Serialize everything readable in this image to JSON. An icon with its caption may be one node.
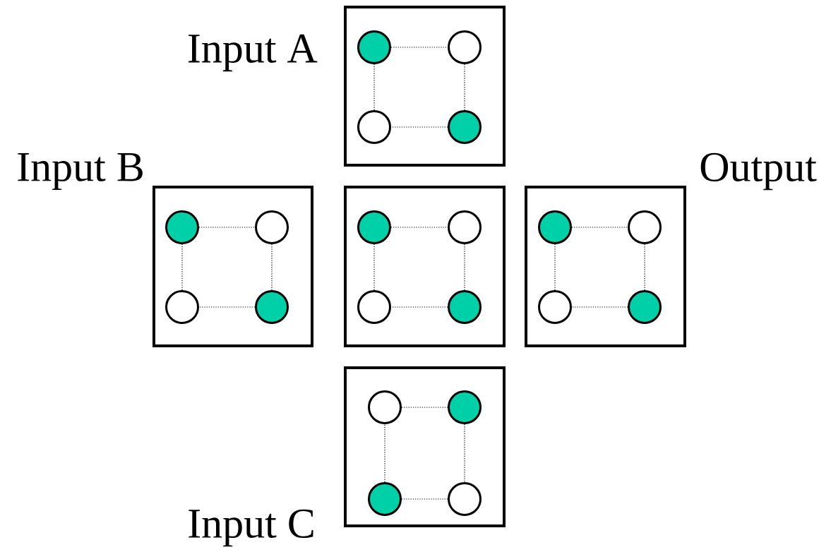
{
  "diagram": {
    "nodes": [
      {
        "text": [],
        "shape": "box",
        "beside": [
          "Input A"
        ]
      },
      {
        "text": [],
        "shape": "circle",
        "in": 0
      },
      {
        "text": [],
        "shape": "circle",
        "in": 0
      },
      {
        "text": [],
        "shape": "circle",
        "in": 0
      },
      {
        "text": [],
        "shape": "circle",
        "in": 0
      },
      {
        "text": [],
        "shape": "box",
        "beside": [
          "Input B"
        ]
      },
      {
        "text": [],
        "shape": "circle",
        "in": 5
      },
      {
        "text": [],
        "shape": "circle",
        "in": 5
      },
      {
        "text": [],
        "shape": "circle",
        "in": 5
      },
      {
        "text": [],
        "shape": "circle",
        "in": 5
      },
      {
        "text": [],
        "shape": "box"
      },
      {
        "text": [],
        "shape": "circle",
        "in": 10
      },
      {
        "text": [],
        "shape": "circle",
        "in": 10
      },
      {
        "text": [],
        "shape": "circle",
        "in": 10
      },
      {
        "text": [],
        "shape": "circle",
        "in": 10
      },
      {
        "text": [],
        "shape": "box",
        "beside": [
          "Output"
        ]
      },
      {
        "text": [],
        "shape": "circle",
        "in": 15
      },
      {
        "text": [],
        "shape": "circle",
        "in": 15
      },
      {
        "text": [],
        "shape": "circle",
        "in": 15
      },
      {
        "text": [],
        "shape": "circle",
        "in": 15
      },
      {
        "text": [],
        "shape": "box",
        "beside": [
          "Input C"
        ]
      },
      {
        "text": [],
        "shape": "circle",
        "in": 20
      },
      {
        "text": [],
        "shape": "circle",
        "in": 20
      },
      {
        "text": [],
        "shape": "circle",
        "in": 20
      },
      {
        "text": [],
        "shape": "circle",
        "in": 20
      }
    ],
    "edges": [
      {
        "from": 1,
        "to": 2,
        "arrow": "none"
      },
      {
        "from": 2,
        "to": 4,
        "arrow": "none"
      },
      {
        "from": 4,
        "to": 3,
        "arrow": "none"
      },
      {
        "from": 3,
        "to": 1,
        "arrow": "none"
      },
      {
        "from": 6,
        "to": 7,
        "arrow": "none"
      },
      {
        "from": 7,
        "to": 9,
        "arrow": "none"
      },
      {
        "from": 9,
        "to": 8,
        "arrow": "none"
      },
      {
        "from": 8,
        "to": 6,
        "arrow": "none"
      },
      {
        "from": 11,
        "to": 12,
        "arrow": "none"
      },
      {
        "from": 12,
        "to": 14,
        "arrow": "none"
      },
      {
        "from": 14,
        "to": 13,
        "arrow": "none"
      },
      {
        "from": 13,
        "to": 11,
        "arrow": "none"
      },
      {
        "from": 16,
        "to": 17,
        "arrow": "none"
      },
      {
        "from": 17,
        "to": 19,
        "arrow": "none"
      },
      {
        "from": 19,
        "to": 18,
        "arrow": "none"
      },
      {
        "from": 18,
        "to": 16,
        "arrow": "none"
      },
      {
        "from": 21,
        "to": 22,
        "arrow": "none"
      },
      {
        "from": 22,
        "to": 24,
        "arrow": "none"
      },
      {
        "from": 24,
        "to": 23,
        "arrow": "none"
      },
      {
        "from": 23,
        "to": 21,
        "arrow": "none"
      }
    ]
  }
}
